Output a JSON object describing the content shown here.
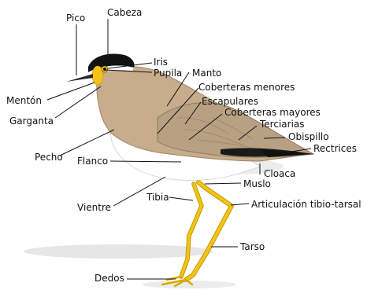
{
  "labels": {
    "pico": "Pico",
    "cabeza": "Cabeza",
    "iris": "Iris",
    "pupila": "Pupila",
    "manto": "Manto",
    "coberteras_menores": "Coberteras menores",
    "escapulares": "Escapulares",
    "coberteras_mayores": "Coberteras mayores",
    "terciarias": "Terciarias",
    "obispillo": "Obispillo",
    "rectrices": "Rectrices",
    "menton": "Mentón",
    "garganta": "Garganta",
    "pecho": "Pecho",
    "flanco": "Flanco",
    "cloaca": "Cloaca",
    "muslo": "Muslo",
    "tibia": "Tibia",
    "articulacion": "Articulación tibio-tarsal",
    "vientre": "Vientre",
    "tarso": "Tarso",
    "dedos": "Dedos"
  },
  "colors": {
    "body_plumage": "#c7ad8c",
    "wing": "#b9a184",
    "belly": "#ffffff",
    "cap": "#111111",
    "primaries": "#1a1a1a",
    "leg": "#f2c418",
    "leg_outline": "#c49a00",
    "eye_ring": "#f2c418",
    "shadow": "#e3e3e3"
  }
}
